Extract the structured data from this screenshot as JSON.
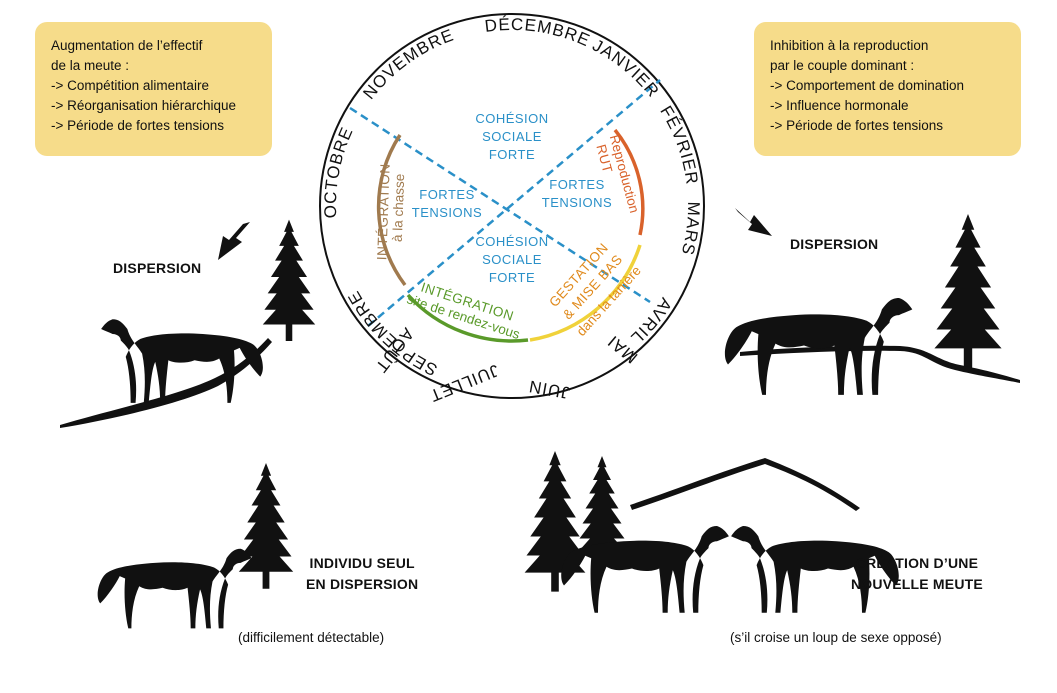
{
  "colors": {
    "note_bg": "#f6dc8a",
    "blue": "#2a90c8",
    "orange_rut": "#d9622b",
    "brown_integration": "#a07a4e",
    "green_integration": "#5a9a2a",
    "orange_gestation": "#e08a1c",
    "yellow_arc": "#f0d23a",
    "silhouette": "#111111"
  },
  "notes": {
    "left": {
      "lines": [
        "Augmentation de l’effectif",
        "de la meute :",
        "-> Compétition alimentaire",
        "-> Réorganisation hiérarchique",
        "-> Période de fortes tensions"
      ]
    },
    "right": {
      "lines": [
        "Inhibition à la reproduction",
        "par le couple dominant :",
        "-> Comportement de domination",
        "-> Influence hormonale",
        "-> Période de fortes tensions"
      ]
    }
  },
  "labels": {
    "dispersion_left": "DISPERSION",
    "dispersion_right": "DISPERSION",
    "individu_line1": "INDIVIDU SEUL",
    "individu_line2": "EN DISPERSION",
    "individu_sub": "(difficilement détectable)",
    "meute_line1": "CRÉATION D’UNE",
    "meute_line2": "NOUVELLE MEUTE",
    "meute_sub": "(s’il croise un loup de sexe opposé)"
  },
  "wheel": {
    "months": {
      "decembre": "DÉCEMBRE",
      "janvier": "JANVIER",
      "fevrier": "FÉVRIER",
      "mars": "MARS",
      "avril": "AVRIL",
      "mai": "MAI",
      "juin": "JUIN",
      "juillet": "JUILLET",
      "aout": "AOÛT",
      "septembre": "SEPTEMBRE",
      "octobre": "OCTOBRE",
      "novembre": "NOVEMBRE"
    },
    "sectors": {
      "cohesion_top": [
        "COHÉSION",
        "SOCIALE",
        "FORTE"
      ],
      "cohesion_bottom": [
        "COHÉSION",
        "SOCIALE",
        "FORTE"
      ],
      "tensions_left": [
        "FORTES",
        "TENSIONS"
      ],
      "tensions_right": [
        "FORTES",
        "TENSIONS"
      ]
    },
    "phases": {
      "rut_title": "RUT",
      "rut_sub": "Reproduction",
      "integ_chasse_title": "INTÉGRATION",
      "integ_chasse_sub": "à la chasse",
      "integ_rdv_title": "INTÉGRATION",
      "integ_rdv_sub": "site de rendez-vous",
      "gestation_title1": "GESTATION",
      "gestation_title2": "& MISE BAS",
      "gestation_sub": "dans la tanière"
    }
  }
}
